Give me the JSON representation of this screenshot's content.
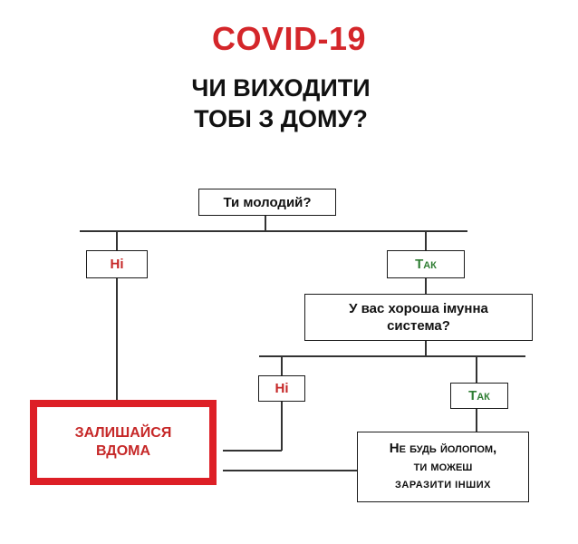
{
  "header": {
    "title": "COVID-19",
    "subtitle_line1": "ЧИ ВИХОДИТИ",
    "subtitle_line2": "ТОБІ З ДОМУ?"
  },
  "flow": {
    "q1": "Ти молодий?",
    "q1_no": "Ні",
    "q1_yes": "Так",
    "q2": "У вас хороша імунна система?",
    "q2_no": "Ні",
    "q2_yes": "Так",
    "stay_line1": "ЗАЛИШАЙСЯ",
    "stay_line2": "ВДОМА",
    "final_line1": "Не будь йолопом,",
    "final_line2": "ти можеш",
    "final_line3": "ЗАРАЗИТИ ІНШИХ"
  },
  "colors": {
    "title": "#d4262a",
    "no": "#c62828",
    "yes": "#2e7d32",
    "stay_border": "#dd1f26"
  }
}
